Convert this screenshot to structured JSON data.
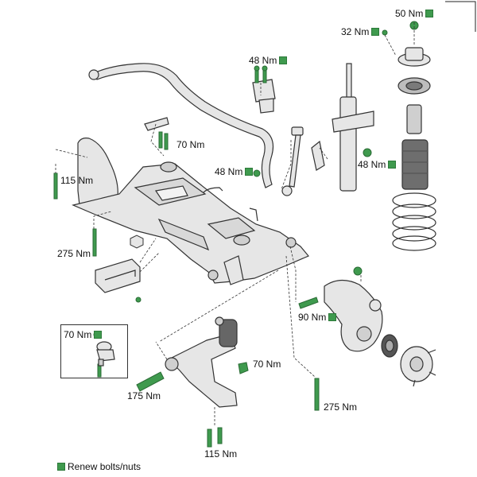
{
  "colors": {
    "part_fill": "#e6e6e6",
    "part_stroke": "#333333",
    "fastener_green": "#3f9a4e",
    "fastener_dark": "#2a6b35",
    "leader_line": "#333333"
  },
  "torque_labels": [
    {
      "text": "50 Nm",
      "renew": true
    },
    {
      "text": "32 Nm",
      "renew": true
    },
    {
      "text": "48 Nm",
      "renew": true
    },
    {
      "text": "70 Nm",
      "renew": false
    },
    {
      "text": "115 Nm",
      "renew": false
    },
    {
      "text": "48 Nm",
      "renew": true
    },
    {
      "text": "48 Nm",
      "renew": true
    },
    {
      "text": "275 Nm",
      "renew": false
    },
    {
      "text": "70 Nm",
      "renew": true
    },
    {
      "text": "90 Nm",
      "renew": true
    },
    {
      "text": "70 Nm",
      "renew": false
    },
    {
      "text": "175 Nm",
      "renew": false
    },
    {
      "text": "275 Nm",
      "renew": false
    },
    {
      "text": "115 Nm",
      "renew": false
    }
  ],
  "legend": {
    "label": "Renew bolts/nuts",
    "icon": "green-square-icon"
  }
}
